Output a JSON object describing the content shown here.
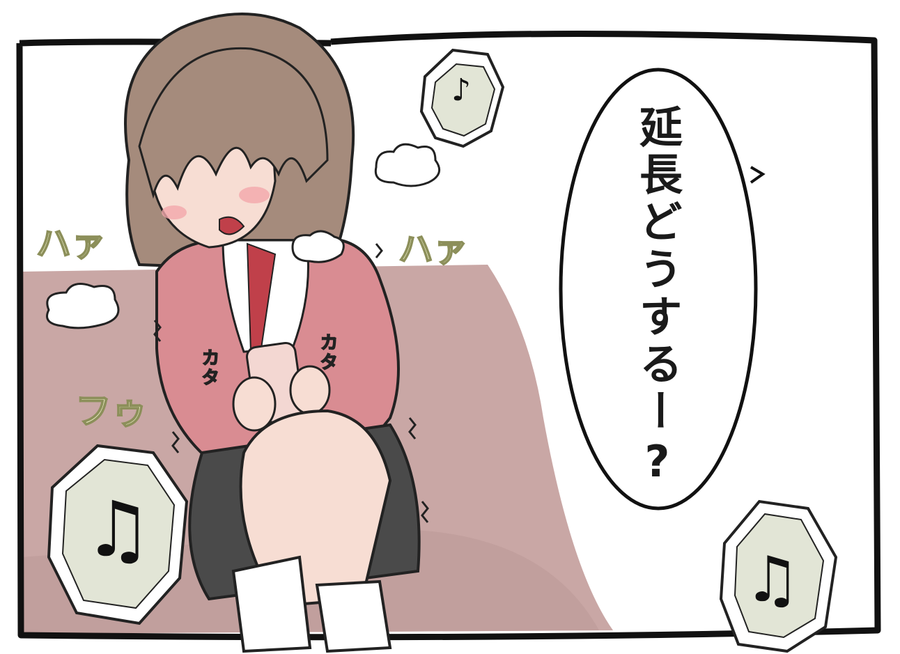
{
  "speech_bubble": {
    "text": "延長どうするー?"
  },
  "sfx": {
    "haa_left": "ハァ",
    "haa_right": "ハァ",
    "fuu": "フゥ",
    "kata_left": "カタ",
    "kata_right": "カタ"
  },
  "notes": {
    "top_icon": "♪",
    "bottom_left_icon": "♫",
    "bottom_right_icon": "♫"
  },
  "colors": {
    "wall": "#ffffff",
    "sofa": "#c9a7a5",
    "sofa_dark": "#b48e8c",
    "hair": "#a58b7c",
    "cardigan": "#d98c92",
    "skirt": "#4a4a4a",
    "skin": "#f7ddd3",
    "ribbon": "#c0404a",
    "note_panel": "#e2e5d6"
  }
}
